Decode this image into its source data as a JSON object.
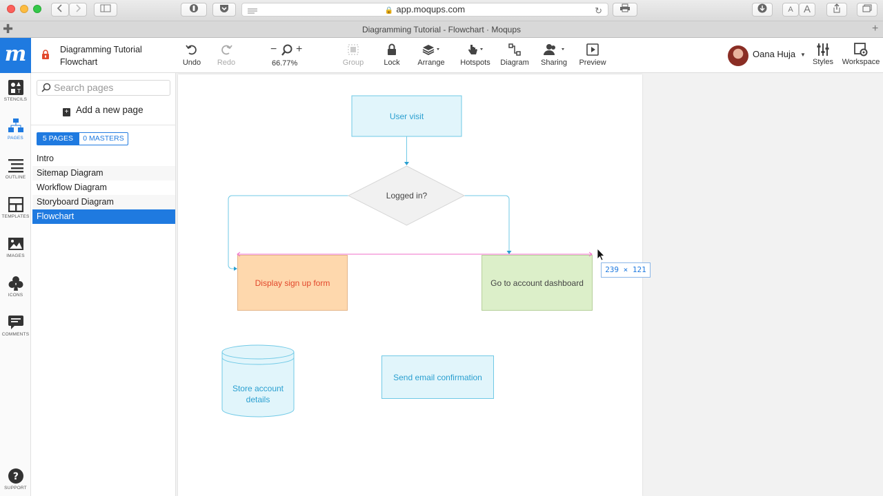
{
  "browser": {
    "url": "app.moqups.com",
    "tab_title": "Diagramming Tutorial - Flowchart · Moqups"
  },
  "project": {
    "name": "Diagramming Tutorial",
    "page": "Flowchart"
  },
  "toolbar": {
    "undo": "Undo",
    "redo": "Redo",
    "zoom": "66.77%",
    "group": "Group",
    "lock": "Lock",
    "arrange": "Arrange",
    "hotspots": "Hotspots",
    "diagram": "Diagram",
    "sharing": "Sharing",
    "preview": "Preview",
    "styles": "Styles",
    "workspace": "Workspace"
  },
  "user": {
    "name": "Oana Huja"
  },
  "rail": {
    "stencils": "STENCILS",
    "pages": "PAGES",
    "outline": "OUTLINE",
    "templates": "TEMPLATES",
    "images": "IMAGES",
    "icons": "ICONS",
    "comments": "COMMENTS",
    "support": "SUPPORT"
  },
  "pages_panel": {
    "search_placeholder": "Search pages",
    "add_page": "Add a new page",
    "tab_pages": "5 PAGES",
    "tab_masters": "0 MASTERS",
    "pages": [
      "Intro",
      "Sitemap Diagram",
      "Workflow Diagram",
      "Storyboard Diagram",
      "Flowchart"
    ],
    "selected_index": 4
  },
  "canvas": {
    "shapes": {
      "user_visit": "User visit",
      "logged_in": "Logged in?",
      "sign_up": "Display sign up form",
      "dashboard": "Go to account dashboard",
      "store": "Store account details",
      "email": "Send email confirmation"
    },
    "dimension_tip": "239 × 121"
  },
  "colors": {
    "accent": "#1f7ae0",
    "shape_blue_fill": "#e1f5fb",
    "shape_blue_stroke": "#6fc9e6",
    "shape_blue_text": "#2a9fd0",
    "shape_orange_fill": "#fed8ad",
    "shape_orange_text": "#e2472b",
    "shape_green_fill": "#dcefc9",
    "guide_pink": "#f06ec8"
  }
}
